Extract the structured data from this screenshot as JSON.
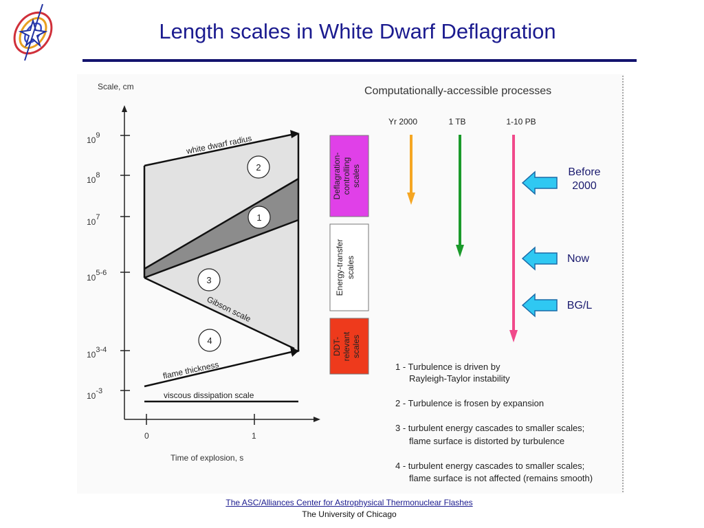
{
  "title": "Length scales in White Dwarf Deflagration",
  "footer": {
    "link": "The ASC/Alliances Center for Astrophysical Thermonuclear Flashes",
    "institution": "The University of Chicago"
  },
  "diagram": {
    "y_axis_label": "Scale, cm",
    "x_axis_label": "Time of explosion, s",
    "y_ticks": [
      {
        "base": "10",
        "exp": "9"
      },
      {
        "base": "10",
        "exp": "8"
      },
      {
        "base": "10",
        "exp": "7"
      },
      {
        "base": "10",
        "exp": "5-6"
      },
      {
        "base": "10",
        "exp": "3-4"
      },
      {
        "base": "10",
        "exp": "-3"
      }
    ],
    "x_ticks": [
      "0",
      "1"
    ],
    "curve_labels": {
      "white_dwarf": "white dwarf radius",
      "gibson": "Gibson scale",
      "flame": "flame thickness",
      "viscous": "viscous dissipation scale"
    },
    "regions": [
      "1",
      "2",
      "3",
      "4"
    ],
    "boxes": {
      "deflagration": [
        "Deflagration-",
        "controlling",
        "scales"
      ],
      "energy": [
        "Energy-transfer",
        "scales"
      ],
      "ddt": [
        "DDT-",
        "relevant",
        "scales"
      ]
    },
    "processes_title": "Computationally-accessible processes",
    "processes": [
      {
        "label": "Yr 2000",
        "color": "#f5a623"
      },
      {
        "label": "1 TB",
        "color": "#1a9a2a"
      },
      {
        "label": "1-10 PB",
        "color": "#f0498a"
      }
    ],
    "notes": [
      {
        "line1": "1 - Turbulence is driven by",
        "line2": "Rayleigh-Taylor instability"
      },
      {
        "line1": "2 - Turbulence is frosen by expansion",
        "line2": ""
      },
      {
        "line1": "3 - turbulent energy cascades to smaller scales;",
        "line2": "flame surface is distorted by turbulence"
      },
      {
        "line1": "4 - turbulent energy cascades to smaller scales;",
        "line2": "flame surface is not affected (remains smooth)"
      }
    ]
  },
  "side_markers": [
    {
      "line1": "Before",
      "line2": "2000"
    },
    {
      "line1": "Now",
      "line2": ""
    },
    {
      "line1": "BG/L",
      "line2": ""
    }
  ],
  "colors": {
    "title": "#1b1b8f",
    "deflagration_box": "#e040e8",
    "ddt_box": "#ee3a1c",
    "marker_arrow": "#2fc8f2"
  }
}
